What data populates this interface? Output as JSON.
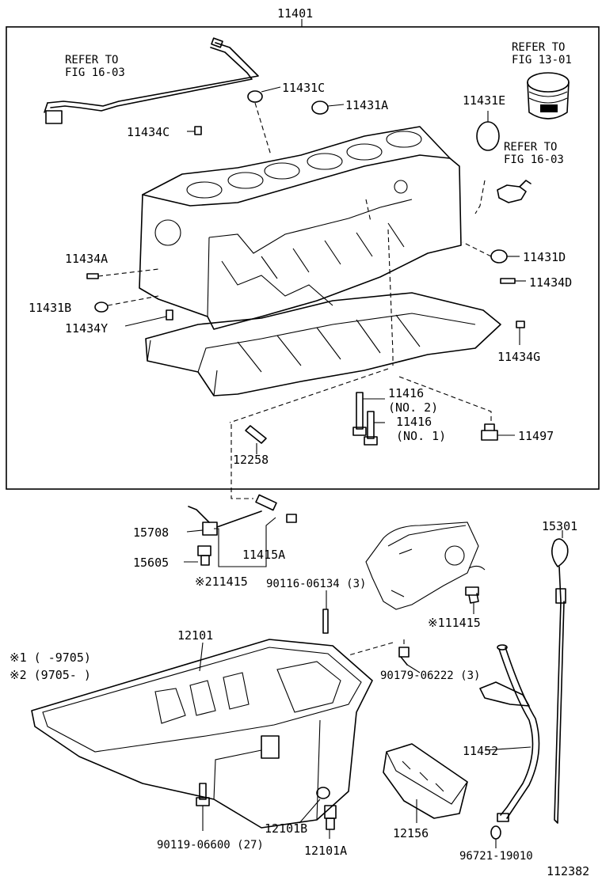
{
  "diagram_number": "112382",
  "frame_title": "11401",
  "labels": {
    "p11401": "11401",
    "refer_16_03_a_1": "REFER TO",
    "refer_16_03_a_2": "FIG 16-03",
    "refer_13_01_1": "REFER TO",
    "refer_13_01_2": "FIG 13-01",
    "refer_16_03_b_1": "REFER TO",
    "refer_16_03_b_2": "FIG 16-03",
    "p11431C": "11431C",
    "p11431A": "11431A",
    "p11431E": "11431E",
    "p11434C": "11434C",
    "p11434A": "11434A",
    "p11431D": "11431D",
    "p11434D": "11434D",
    "p11431B": "11431B",
    "p11434Y": "11434Y",
    "p11434G": "11434G",
    "p11416_2": "11416",
    "p11416_2n": "(NO. 2)",
    "p11416_1": "11416",
    "p11416_1n": "(NO. 1)",
    "p11497": "11497",
    "p12258": "12258",
    "p15708": "15708",
    "p15605": "15605",
    "p11415A": "11415A",
    "p2_11415": "※211415",
    "p15301": "15301",
    "p90116": "90116-06134 (3)",
    "p1_11415": "※111415",
    "p12101": "12101",
    "note1": "※1 (      -9705)",
    "note2": "※2 (9705-       )",
    "p90179": "90179-06222 (3)",
    "p11452": "11452",
    "p12101B": "12101B",
    "p12156": "12156",
    "p90119": "90119-06600 (27)",
    "p12101A": "12101A",
    "p96721": "96721-19010"
  }
}
